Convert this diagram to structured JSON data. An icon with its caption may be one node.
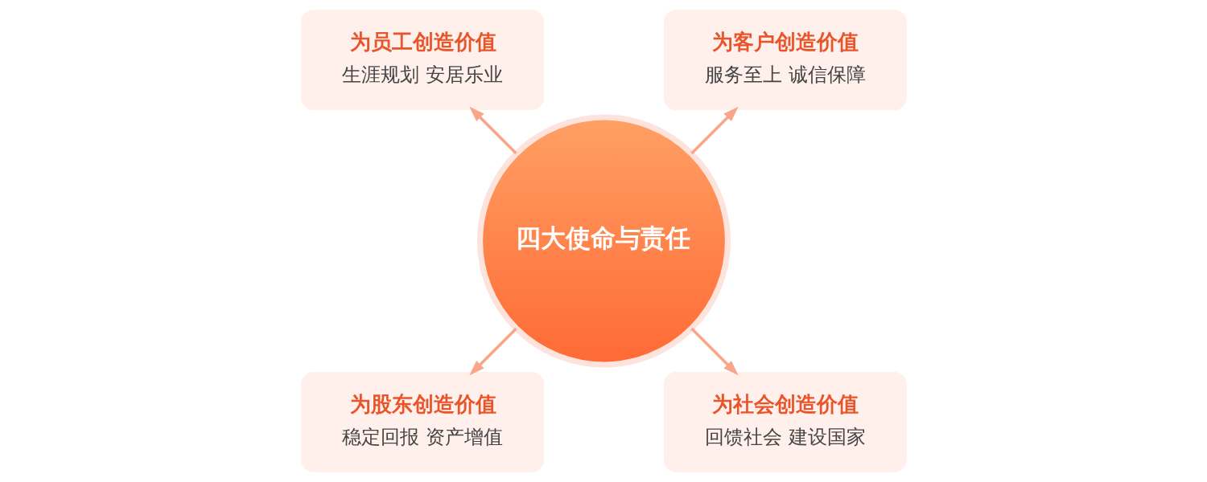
{
  "diagram": {
    "nodes": [
      {
        "text": [
          "四大使命与责任"
        ]
      },
      {
        "text": [
          "为客户创造价值",
          "服务至上 诚信保障"
        ]
      },
      {
        "text": [
          "为员工创造价值",
          "生涯规划 安居乐业"
        ]
      },
      {
        "text": [
          "为股东创造价值",
          "稳定回报 资产增值"
        ]
      },
      {
        "text": [
          "为社会创造价值",
          "回馈社会 建设国家"
        ]
      }
    ],
    "edges": [
      {
        "from": 0,
        "to": 1,
        "arrow": "to"
      },
      {
        "from": 0,
        "to": 2,
        "arrow": "to"
      },
      {
        "from": 0,
        "to": 3,
        "arrow": "to"
      },
      {
        "from": 0,
        "to": 4,
        "arrow": "to"
      }
    ]
  }
}
